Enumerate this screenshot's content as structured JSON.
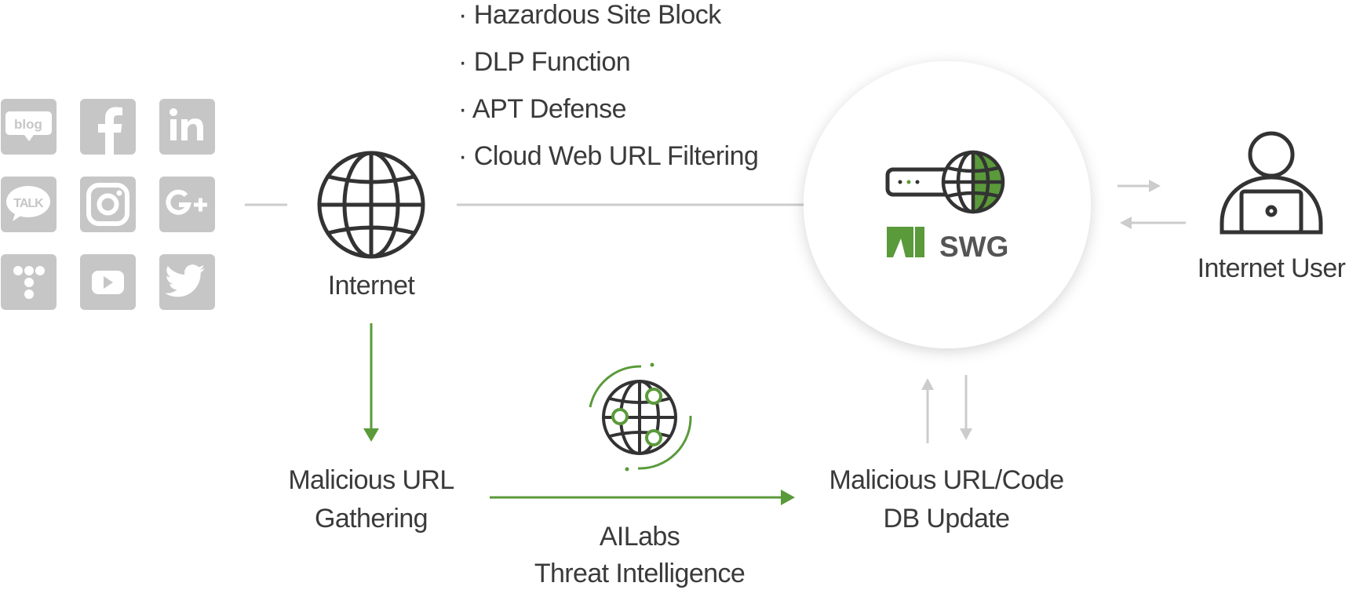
{
  "features": [
    "· Hazardous Site Block",
    "· DLP Function",
    "· APT Defense",
    "· Cloud Web URL Filtering"
  ],
  "social_icons": [
    {
      "name": "blog-icon",
      "text": "blog"
    },
    {
      "name": "facebook-icon",
      "text": "f"
    },
    {
      "name": "linkedin-icon",
      "text": "in"
    },
    {
      "name": "kakaotalk-icon",
      "text": "TALK"
    },
    {
      "name": "instagram-icon",
      "text": ""
    },
    {
      "name": "googleplus-icon",
      "text": "G+"
    },
    {
      "name": "tistory-icon",
      "text": ""
    },
    {
      "name": "youtube-icon",
      "text": ""
    },
    {
      "name": "twitter-icon",
      "text": ""
    }
  ],
  "nodes": {
    "internet": "Internet",
    "internet_user": "Internet User",
    "gathering": [
      "Malicious URL",
      "Gathering"
    ],
    "db_update": [
      "Malicious URL/Code",
      "DB Update"
    ],
    "ailabs": [
      "AILabs",
      "Threat Intelligence"
    ]
  },
  "logo": {
    "mark": "Ai",
    "text": "SWG"
  },
  "colors": {
    "accent_green": "#5a9a3a",
    "icon_grey": "#c6c6c6",
    "line_grey": "#cccccc",
    "text_dark": "#3a3a3a"
  }
}
